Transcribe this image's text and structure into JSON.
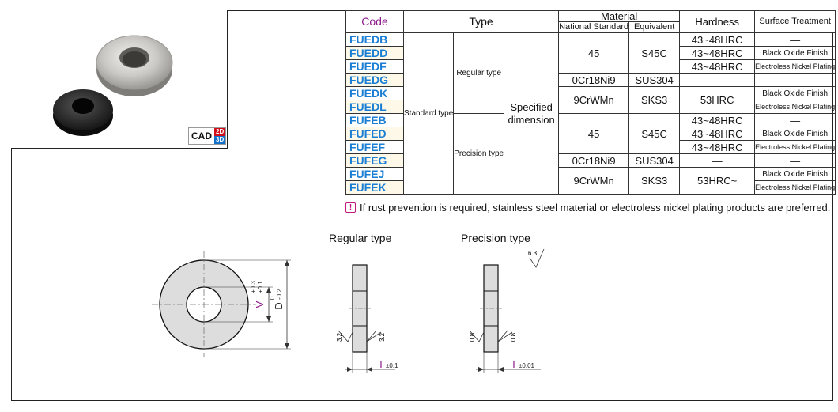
{
  "cad": {
    "label": "CAD",
    "d2": "2D",
    "d3": "3D"
  },
  "table": {
    "headers": {
      "code": "Code",
      "type": "Type",
      "material": "Material",
      "national_standard": "National Standard",
      "equivalent": "Equivalent",
      "hardness": "Hardness",
      "surface_treatment": "Surface Treatment"
    },
    "type_standard": "Standard type",
    "type_regular": "Regular type",
    "type_precision": "Precision type",
    "specified": "Specified dimension",
    "codes": [
      "FUEDB",
      "FUEDD",
      "FUEDF",
      "FUEDG",
      "FUEDK",
      "FUEDL",
      "FUFEB",
      "FUFED",
      "FUFEF",
      "FUFEG",
      "FUFEJ",
      "FUFEK"
    ],
    "mat_45_a": "45",
    "eq_s45c_a": "S45C",
    "mat_cr_a": "0Cr18Ni9",
    "eq_sus_a": "SUS304",
    "mat_9cr_a": "9CrWMn",
    "eq_sks_a": "SKS3",
    "mat_45_b": "45",
    "eq_s45c_b": "S45C",
    "mat_cr_b": "0Cr18Ni9",
    "eq_sus_b": "SUS304",
    "mat_9cr_b": "9CrWMn",
    "eq_sks_b": "SKS3",
    "hard": [
      "43~48HRC",
      "43~48HRC",
      "43~48HRC",
      "—",
      "53HRC",
      "43~48HRC",
      "43~48HRC",
      "43~48HRC",
      "—",
      "53HRC~"
    ],
    "surf": [
      "—",
      "Black Oxide Finish",
      "Electroless Nickel Plating",
      "—",
      "Black Oxide Finish",
      "Electroless Nickel Plating",
      "—",
      "Black Oxide Finish",
      "Electroless Nickel Plating",
      "—",
      "Black Oxide Finish",
      "Electroless Nickel Plating"
    ]
  },
  "note": "If rust prevention is required, stainless steel material or electroless nickel plating products are preferred.",
  "note_icon": "!",
  "drawing": {
    "regular_label": "Regular type",
    "precision_label": "Precision type",
    "v_dim": "V",
    "v_tol_up": "+0.3",
    "v_tol_low": "+0.1",
    "d_dim": "D",
    "d_tol_up": "0",
    "d_tol_low": "-0.2",
    "rough_reg": "3.2",
    "rough_prec": "0.8",
    "rough_top": "6.3",
    "t_dim": "T",
    "t_tol_reg": "±0.1",
    "t_tol_prec": "±0.01"
  }
}
